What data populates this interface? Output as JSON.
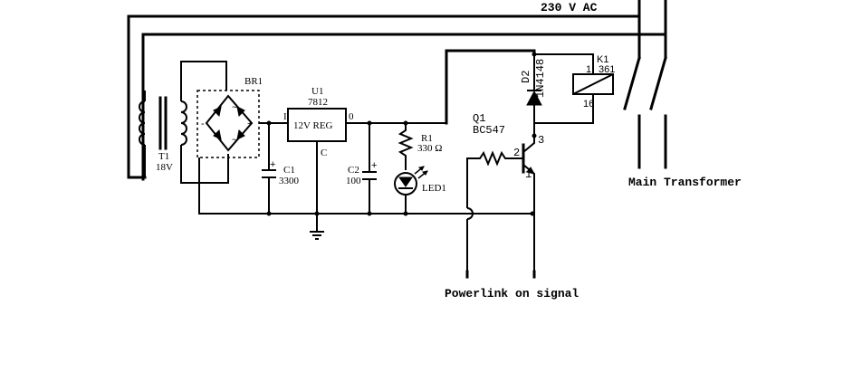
{
  "labels": {
    "mains": "230 V AC",
    "main_transformer": "Main Transformer",
    "powerlink": "Powerlink on signal"
  },
  "components": {
    "t1": {
      "ref": "T1",
      "value": "18V"
    },
    "br1": {
      "ref": "BR1"
    },
    "c1": {
      "ref": "C1",
      "value": "3300"
    },
    "u1": {
      "ref": "U1",
      "value": "7812",
      "body": "12V REG",
      "pin_in": "I",
      "pin_out": "0",
      "pin_common": "C"
    },
    "c2": {
      "ref": "C2",
      "value": "100"
    },
    "r1": {
      "ref": "R1",
      "value": "330 Ω"
    },
    "led1": {
      "ref": "LED1"
    },
    "q1": {
      "ref": "Q1",
      "value": "BC547",
      "pin_b": "2",
      "pin_c": "3",
      "pin_e": "1"
    },
    "d2": {
      "ref": "D2",
      "value": "1N4148"
    },
    "k1": {
      "ref": "K1",
      "value": "361",
      "pin_top": "1",
      "pin_bottom": "16"
    }
  },
  "polarity": {
    "plus": "+",
    "minus": "-",
    "ac": "~"
  },
  "colors": {
    "ink": "#000000",
    "paper": "#ffffff"
  }
}
